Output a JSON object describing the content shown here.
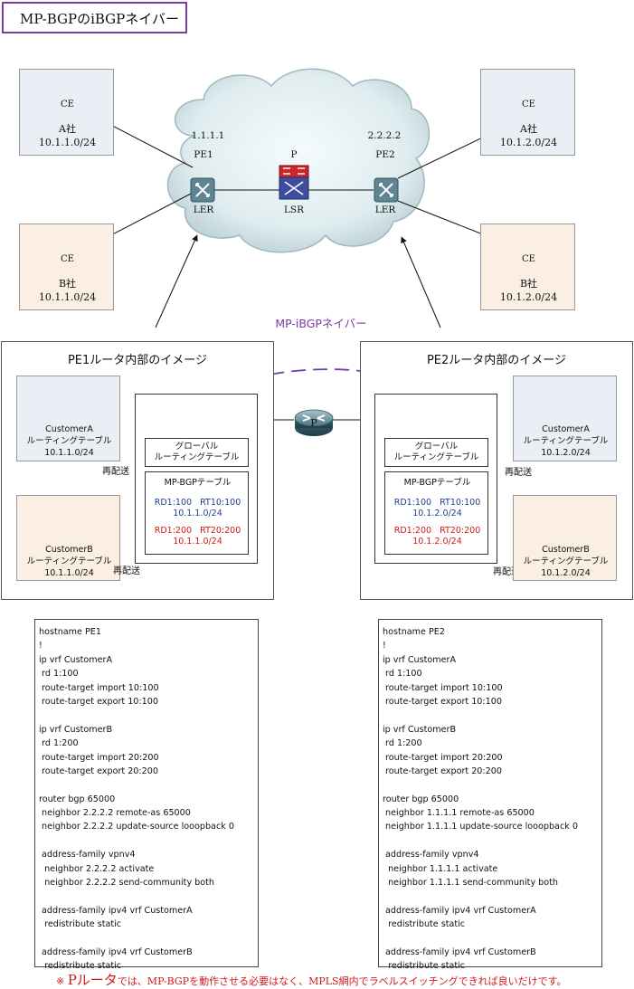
{
  "title": "MP-BGPのiBGPネイバー",
  "top": {
    "ce_label": "CE",
    "sites": {
      "a_left": {
        "company": "A社",
        "subnet": "10.1.1.0/24"
      },
      "b_left": {
        "company": "B社",
        "subnet": "10.1.1.0/24"
      },
      "a_right": {
        "company": "A社",
        "subnet": "10.1.2.0/24"
      },
      "b_right": {
        "company": "B社",
        "subnet": "10.1.2.0/24"
      }
    },
    "pe1": {
      "ip": "1.1.1.1",
      "name": "PE1",
      "role": "LER"
    },
    "pe2": {
      "ip": "2.2.2.2",
      "name": "PE2",
      "role": "LER"
    },
    "p": {
      "name": "P",
      "role": "LSR"
    },
    "neighbor_label": "MP-iBGPネイバー"
  },
  "panels": {
    "pe1": {
      "title": "PE1ルータ内部のイメージ",
      "customer_a": {
        "name": "CustomerA",
        "table": "ルーティングテーブル",
        "subnet": "10.1.1.0/24"
      },
      "customer_b": {
        "name": "CustomerB",
        "table": "ルーティングテーブル",
        "subnet": "10.1.1.0/24"
      },
      "global": {
        "line1": "グローバル",
        "line2": "ルーティングテーブル"
      },
      "mpbgp": {
        "title": "MP-BGPテーブル",
        "a_rd": "RD1:100   RT10:100",
        "a_subnet": "10.1.1.0/24",
        "b_rd": "RD1:200   RT20:200",
        "b_subnet": "10.1.1.0/24"
      },
      "redistribute_a": "再配送",
      "redistribute_b": "再配送"
    },
    "pe2": {
      "title": "PE2ルータ内部のイメージ",
      "customer_a": {
        "name": "CustomerA",
        "table": "ルーティングテーブル",
        "subnet": "10.1.2.0/24"
      },
      "customer_b": {
        "name": "CustomerB",
        "table": "ルーティングテーブル",
        "subnet": "10.1.2.0/24"
      },
      "global": {
        "line1": "グローバル",
        "line2": "ルーティングテーブル"
      },
      "mpbgp": {
        "title": "MP-BGPテーブル",
        "a_rd": "RD1:100   RT10:100",
        "a_subnet": "10.1.2.0/24",
        "b_rd": "RD1:200   RT20:200",
        "b_subnet": "10.1.2.0/24"
      },
      "redistribute_a": "再配送",
      "redistribute_b": "再配送"
    },
    "p_label": "P"
  },
  "config_pe1": [
    "hostname PE1",
    "!",
    "ip vrf CustomerA",
    " rd 1:100",
    " route-target import 10:100",
    " route-target export 10:100",
    "",
    "ip vrf CustomerB",
    " rd 1:200",
    " route-target import 20:200",
    " route-target export 20:200",
    "",
    "router bgp 65000",
    " neighbor 2.2.2.2 remote-as 65000",
    " neighbor 2.2.2.2 update-source looopback 0",
    "",
    " address-family vpnv4",
    "  neighbor 2.2.2.2 activate",
    "  neighbor 2.2.2.2 send-community both",
    "",
    " address-family ipv4 vrf CustomerA",
    "  redistribute static",
    "",
    " address-family ipv4 vrf CustomerB",
    "  redistribute static"
  ],
  "config_pe2": [
    "hostname PE2",
    "!",
    "ip vrf CustomerA",
    " rd 1:100",
    " route-target import 10:100",
    " route-target export 10:100",
    "",
    "ip vrf CustomerB",
    " rd 1:200",
    " route-target import 20:200",
    " route-target export 20:200",
    "",
    "router bgp 65000",
    " neighbor 1.1.1.1 remote-as 65000",
    " neighbor 1.1.1.1 update-source looopback 0",
    "",
    " address-family vpnv4",
    "  neighbor 1.1.1.1 activate",
    "  neighbor 1.1.1.1 send-community both",
    "",
    " address-family ipv4 vrf CustomerA",
    "  redistribute static",
    "",
    " address-family ipv4 vrf CustomerB",
    "  redistribute static"
  ],
  "footnote": {
    "mark": "※",
    "p_router": "Pルータ",
    "rest": "では、MP-BGPを動作させる必要はなく、MPLS網内でラベルスイッチングできれば良いだけです。"
  },
  "colors": {
    "title_border": "#7b3aa6",
    "neighbor_label": "#7b3aa6",
    "rd_blue": "#1e3f8c",
    "rd_red": "#d11a1a",
    "footnote": "#d11a1a",
    "site_blue_bg": "#eaeef5",
    "site_peach_bg": "#fbeee2"
  },
  "icons": [
    "router-icon",
    "switch-router-icon",
    "lsr-switch-icon",
    "cloud-icon"
  ]
}
